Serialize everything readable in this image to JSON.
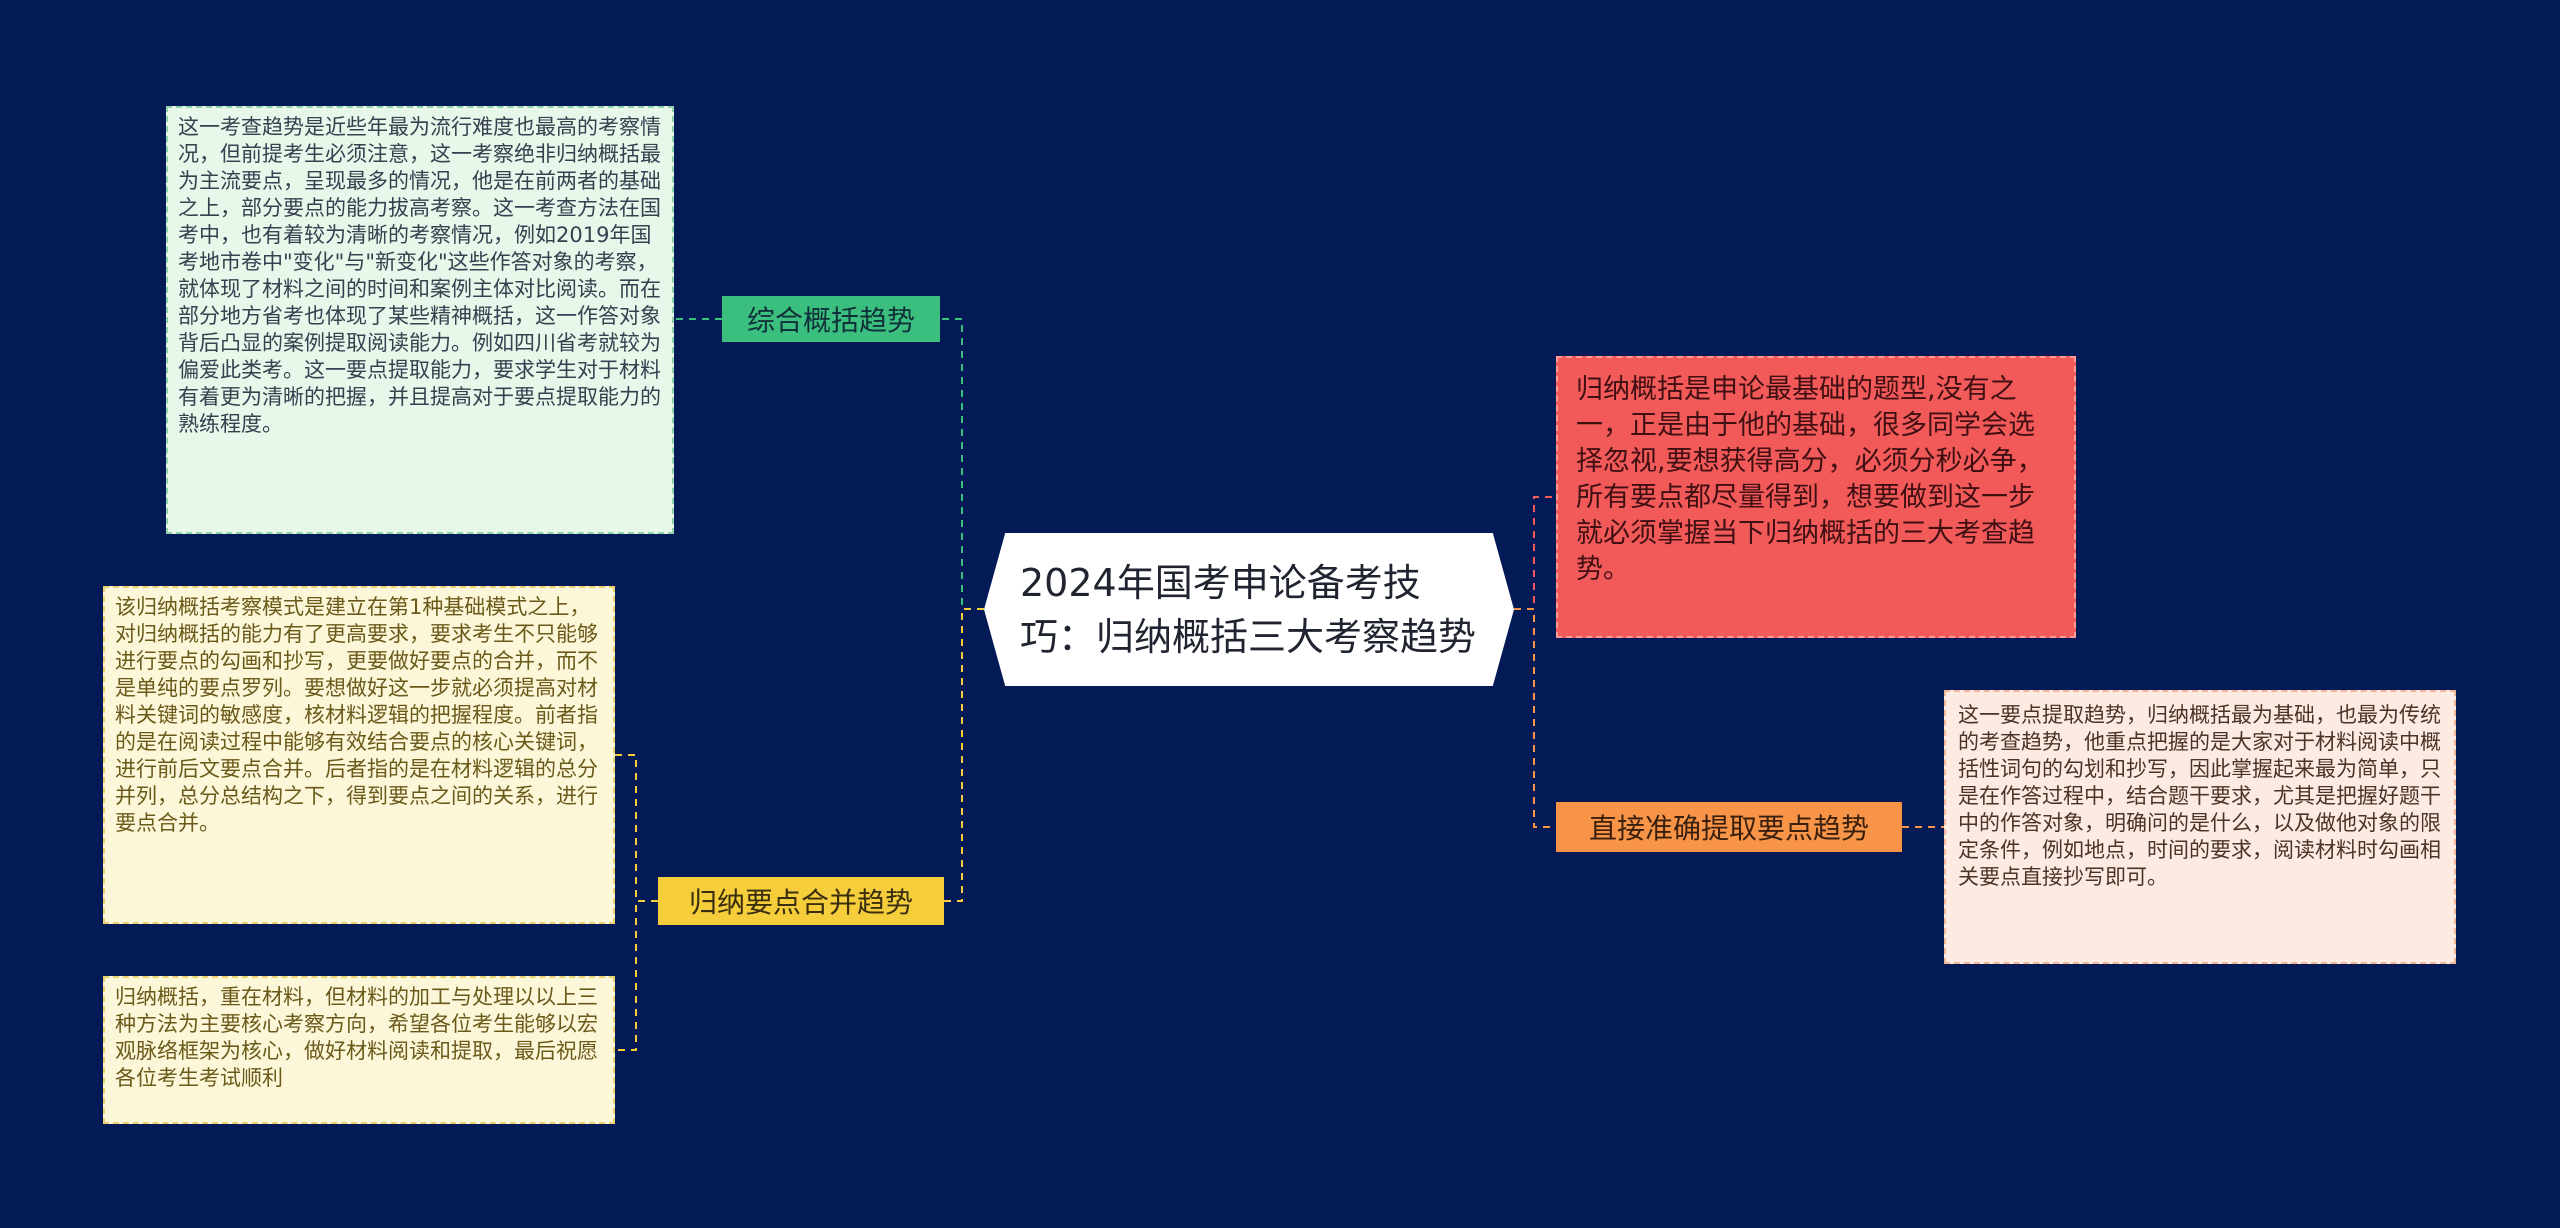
{
  "mindmap": {
    "root": {
      "label": "2024年国考申论备考技巧：归纳概括三大考察趋势"
    },
    "branches": [
      {
        "label": "综合概括趋势",
        "color": "#3bbf7e",
        "notes": [
          "这一考查趋势是近些年最为流行难度也最高的考察情况，但前提考生必须注意，这一考察绝非归纳概括最为主流要点，呈现最多的情况，他是在前两者的基础之上，部分要点的能力拔高考察。这一考查方法在国考中，也有着较为清晰的考察情况，例如2019年国考地市卷中\"变化\"与\"新变化\"这些作答对象的考察，就体现了材料之间的时间和案例主体对比阅读。而在部分地方省考也体现了某些精神概括，这一作答对象背后凸显的案例提取阅读能力。例如四川省考就较为偏爱此类考。这一要点提取能力，要求学生对于材料有着更为清晰的把握，并且提高对于要点提取能力的熟练程度。"
        ]
      },
      {
        "label": "归纳要点合并趋势",
        "color": "#f6cd3b",
        "notes": [
          "该归纳概括考察模式是建立在第1种基础模式之上，对归纳概括的能力有了更高要求，要求考生不只能够进行要点的勾画和抄写，更要做好要点的合并，而不是单纯的要点罗列。要想做好这一步就必须提高对材料关键词的敏感度，核材料逻辑的把握程度。前者指的是在阅读过程中能够有效结合要点的核心关键词，进行前后文要点合并。后者指的是在材料逻辑的总分并列，总分总结构之下，得到要点之间的关系，进行要点合并。",
          "归纳概括，重在材料，但材料的加工与处理以以上三种方法为主要核心考察方向，希望各位考生能够以宏观脉络框架为核心，做好材料阅读和提取，最后祝愿各位考生考试顺利"
        ]
      },
      {
        "label": "归纳概括是申论最基础的题型,没有之一，正是由于他的基础，很多同学会选择忽视,要想获得高分，必须分秒必争，所有要点都尽量得到，想要做到这一步就必须掌握当下归纳概括的三大考查趋势。",
        "color": "#f25a5a",
        "notes": []
      },
      {
        "label": "直接准确提取要点趋势",
        "color": "#f79448",
        "notes": [
          "这一要点提取趋势，归纳概括最为基础，也最为传统的考查趋势，他重点把握的是大家对于材料阅读中概括性词句的勾划和抄写，因此掌握起来最为简单，只是在作答过程中，结合题干要求，尤其是把握好题干中的作答对象，明确问的是什么，以及做他对象的限定条件，例如地点，时间的要求，阅读材料时勾画相关要点直接抄写即可。"
        ]
      }
    ]
  }
}
